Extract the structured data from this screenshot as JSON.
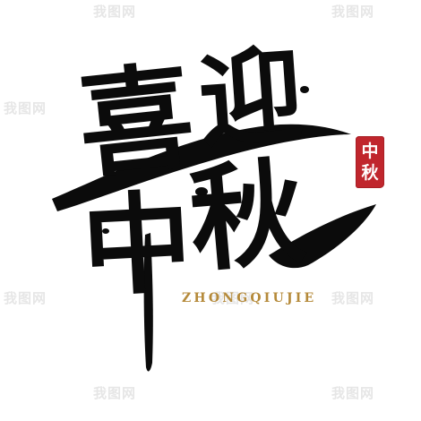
{
  "watermark": "我图网",
  "title_chars": [
    "喜",
    "迎",
    "中",
    "秋"
  ],
  "seal_chars": [
    "中",
    "秋"
  ],
  "pinyin": "ZHONGQIUJIE",
  "colors": {
    "ink": "#0b0b0b",
    "seal": "#c0262d",
    "pinyin": "#b58a3a",
    "watermark": "#e6e6e6",
    "background": "#ffffff"
  }
}
